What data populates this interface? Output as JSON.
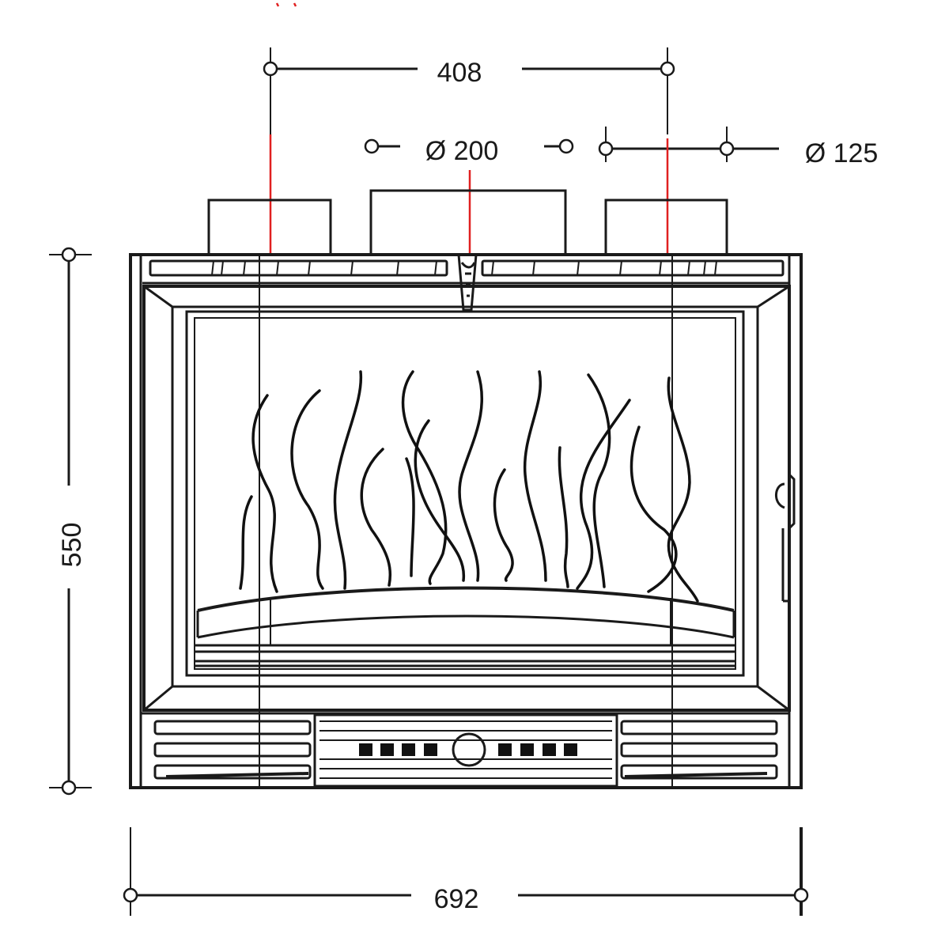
{
  "dimensions": {
    "flue_spacing": "408",
    "main_flue_diameter": "Ø 200",
    "secondary_flue_diameter": "Ø 125",
    "height": "550",
    "width": "692"
  },
  "colors": {
    "line": "#1a1a1a",
    "axis": "#e02020",
    "background": "#ffffff"
  }
}
